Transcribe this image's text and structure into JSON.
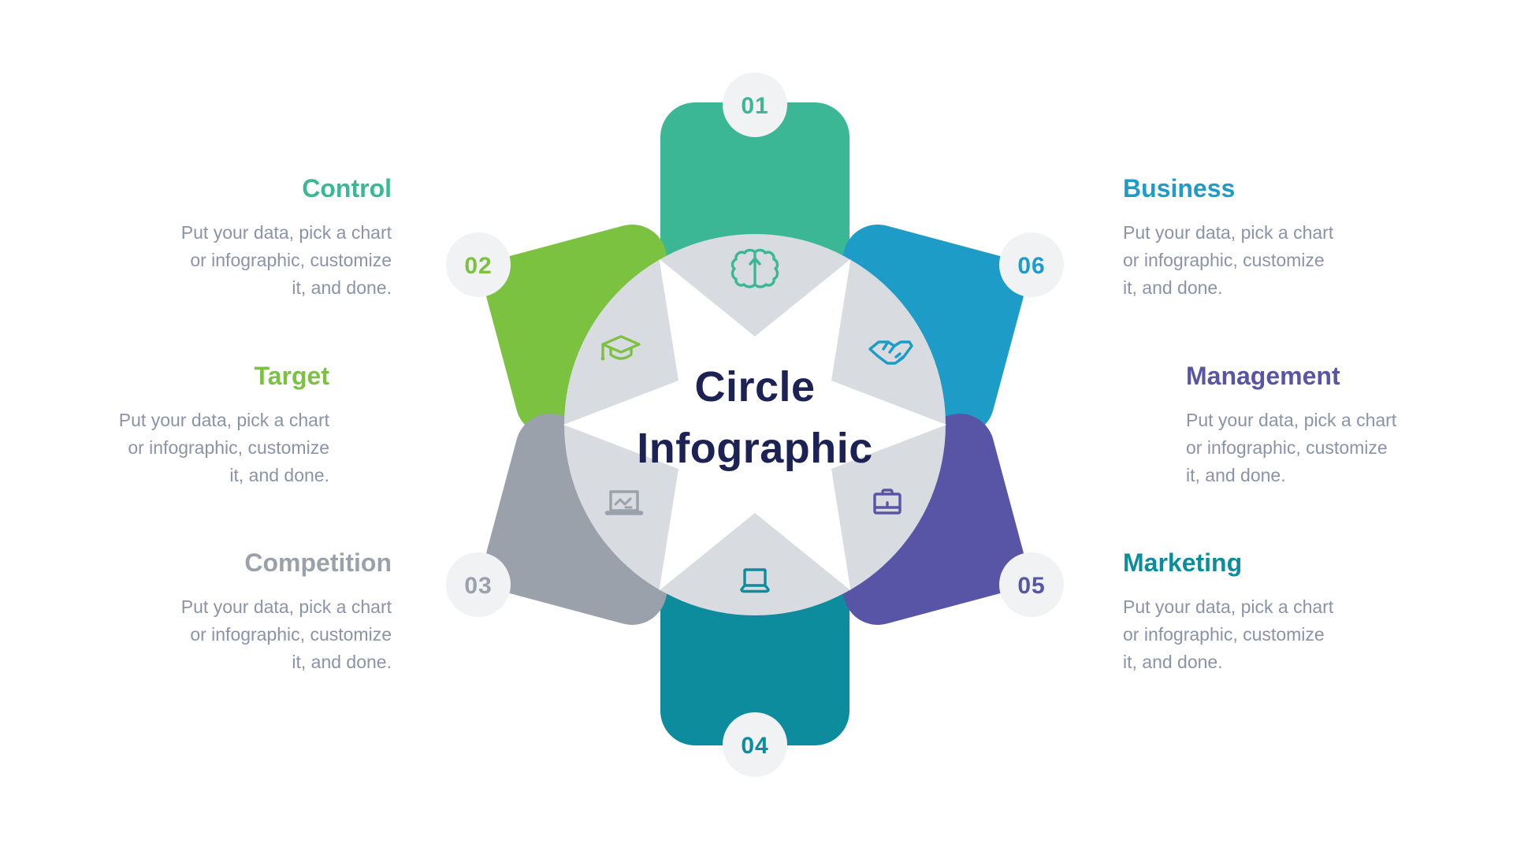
{
  "title": {
    "line1": "Circle",
    "line2": "Infographic"
  },
  "description_lines": [
    "Put your data, pick a chart",
    "or infographic, customize",
    "it, and done."
  ],
  "items": [
    {
      "number": "01",
      "label": "Control",
      "color": "#3cb795",
      "icon": "brain-icon",
      "position": "top"
    },
    {
      "number": "02",
      "label": "Target",
      "color": "#7cc241",
      "icon": "graduation-cap-icon",
      "position": "upper-left"
    },
    {
      "number": "03",
      "label": "Competition",
      "color": "#9aa1ab",
      "icon": "presentation-chart-icon",
      "position": "lower-left"
    },
    {
      "number": "04",
      "label": "Marketing",
      "color": "#0d8c9e",
      "icon": "laptop-icon",
      "position": "bottom"
    },
    {
      "number": "05",
      "label": "Management",
      "color": "#5955a6",
      "icon": "briefcase-icon",
      "position": "lower-right"
    },
    {
      "number": "06",
      "label": "Business",
      "color": "#1e9cc8",
      "icon": "handshake-icon",
      "position": "upper-right"
    }
  ],
  "colors": {
    "center_circle": "#d8dbe0",
    "center_star": "#ffffff",
    "badge_background": "#f1f2f4",
    "title_text": "#1c2254",
    "body_text": "#8b93a9",
    "page_background": "#ffffff"
  }
}
